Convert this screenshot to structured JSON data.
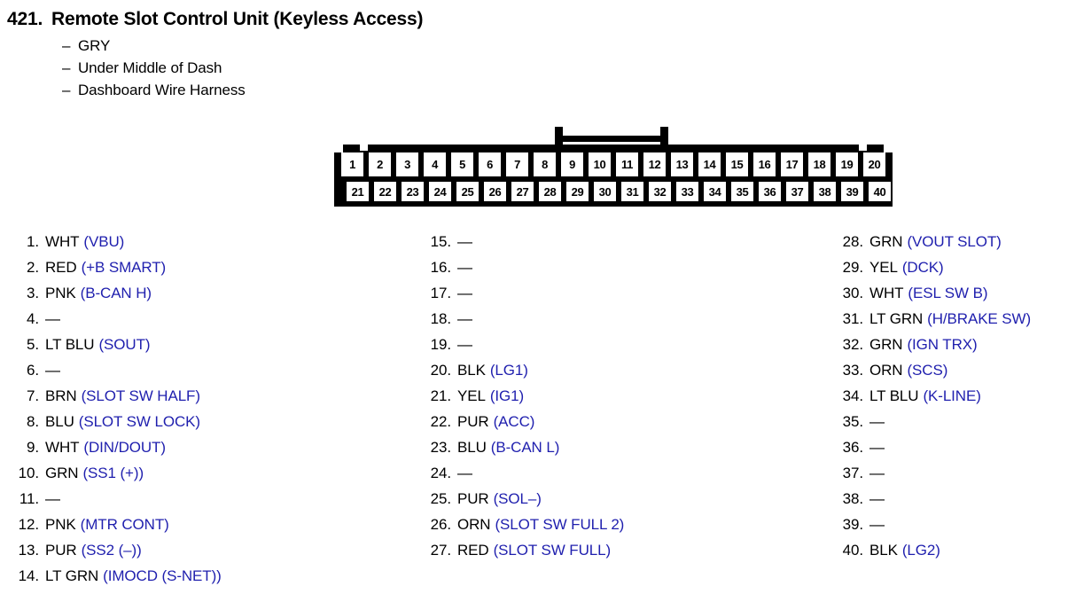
{
  "header": {
    "number": "421.",
    "title": "Remote Slot Control Unit (Keyless Access)",
    "dash": "–",
    "details": [
      "GRY",
      "Under Middle of Dash",
      "Dashboard Wire Harness"
    ]
  },
  "connector": {
    "top_pins": [
      "1",
      "2",
      "3",
      "4",
      "5",
      "6",
      "7",
      "8",
      "9",
      "10",
      "11",
      "12",
      "13",
      "14",
      "15",
      "16",
      "17",
      "18",
      "19",
      "20"
    ],
    "bottom_pins": [
      "21",
      "22",
      "23",
      "24",
      "25",
      "26",
      "27",
      "28",
      "29",
      "30",
      "31",
      "32",
      "33",
      "34",
      "35",
      "36",
      "37",
      "38",
      "39",
      "40"
    ]
  },
  "style": {
    "signal_color": "#1f1fae",
    "wire_color": "#000000",
    "body_color": "#000000",
    "empty_mark": "—"
  },
  "pins": [
    {
      "n": "1.",
      "color": "WHT",
      "signal": "(VBU)"
    },
    {
      "n": "2.",
      "color": "RED",
      "signal": "(+B SMART)"
    },
    {
      "n": "3.",
      "color": "PNK",
      "signal": "(B-CAN H)"
    },
    {
      "n": "4.",
      "color": "—",
      "signal": ""
    },
    {
      "n": "5.",
      "color": "LT BLU",
      "signal": "(SOUT)"
    },
    {
      "n": "6.",
      "color": "—",
      "signal": ""
    },
    {
      "n": "7.",
      "color": "BRN",
      "signal": "(SLOT SW HALF)"
    },
    {
      "n": "8.",
      "color": "BLU",
      "signal": "(SLOT SW LOCK)"
    },
    {
      "n": "9.",
      "color": "WHT",
      "signal": "(DIN/DOUT)"
    },
    {
      "n": "10.",
      "color": "GRN",
      "signal": "(SS1 (+))"
    },
    {
      "n": "11.",
      "color": "—",
      "signal": ""
    },
    {
      "n": "12.",
      "color": "PNK",
      "signal": "(MTR CONT)"
    },
    {
      "n": "13.",
      "color": "PUR",
      "signal": "(SS2 (–))"
    },
    {
      "n": "14.",
      "color": "LT GRN",
      "signal": "(IMOCD (S-NET))"
    },
    {
      "n": "15.",
      "color": "—",
      "signal": ""
    },
    {
      "n": "16.",
      "color": "—",
      "signal": ""
    },
    {
      "n": "17.",
      "color": "—",
      "signal": ""
    },
    {
      "n": "18.",
      "color": "—",
      "signal": ""
    },
    {
      "n": "19.",
      "color": "—",
      "signal": ""
    },
    {
      "n": "20.",
      "color": "BLK",
      "signal": "(LG1)"
    },
    {
      "n": "21.",
      "color": "YEL",
      "signal": "(IG1)"
    },
    {
      "n": "22.",
      "color": "PUR",
      "signal": "(ACC)"
    },
    {
      "n": "23.",
      "color": "BLU",
      "signal": "(B-CAN L)"
    },
    {
      "n": "24.",
      "color": "—",
      "signal": ""
    },
    {
      "n": "25.",
      "color": "PUR",
      "signal": "(SOL–)"
    },
    {
      "n": "26.",
      "color": "ORN",
      "signal": "(SLOT SW FULL 2)"
    },
    {
      "n": "27.",
      "color": "RED",
      "signal": "(SLOT SW FULL)"
    },
    {
      "n": "28.",
      "color": "GRN",
      "signal": "(VOUT SLOT)"
    },
    {
      "n": "29.",
      "color": "YEL",
      "signal": "(DCK)"
    },
    {
      "n": "30.",
      "color": "WHT",
      "signal": "(ESL SW B)"
    },
    {
      "n": "31.",
      "color": "LT GRN",
      "signal": "(H/BRAKE SW)"
    },
    {
      "n": "32.",
      "color": "GRN",
      "signal": "(IGN TRX)"
    },
    {
      "n": "33.",
      "color": "ORN",
      "signal": "(SCS)"
    },
    {
      "n": "34.",
      "color": "LT BLU",
      "signal": "(K-LINE)"
    },
    {
      "n": "35.",
      "color": "—",
      "signal": ""
    },
    {
      "n": "36.",
      "color": "—",
      "signal": ""
    },
    {
      "n": "37.",
      "color": "—",
      "signal": ""
    },
    {
      "n": "38.",
      "color": "—",
      "signal": ""
    },
    {
      "n": "39.",
      "color": "—",
      "signal": ""
    },
    {
      "n": "40.",
      "color": "BLK",
      "signal": "(LG2)"
    }
  ]
}
